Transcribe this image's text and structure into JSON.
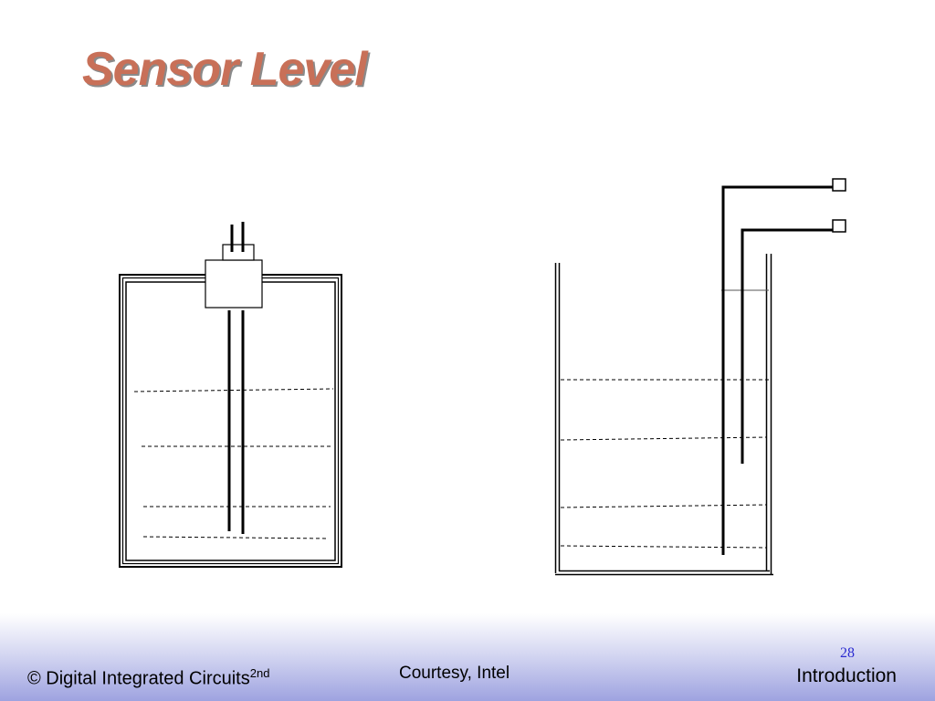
{
  "slide": {
    "title": "Sensor Level"
  },
  "footer": {
    "copyright": "© Digital Integrated Circuits",
    "edition": "2nd",
    "courtesy": "Courtesy, Intel",
    "section": "Introduction",
    "page_number": "28"
  },
  "colors": {
    "title": "#c87058",
    "title_shadow": "#8a8a8a",
    "page_number": "#2b2bd0",
    "footer_gradient_end": "#9ea3e0"
  }
}
